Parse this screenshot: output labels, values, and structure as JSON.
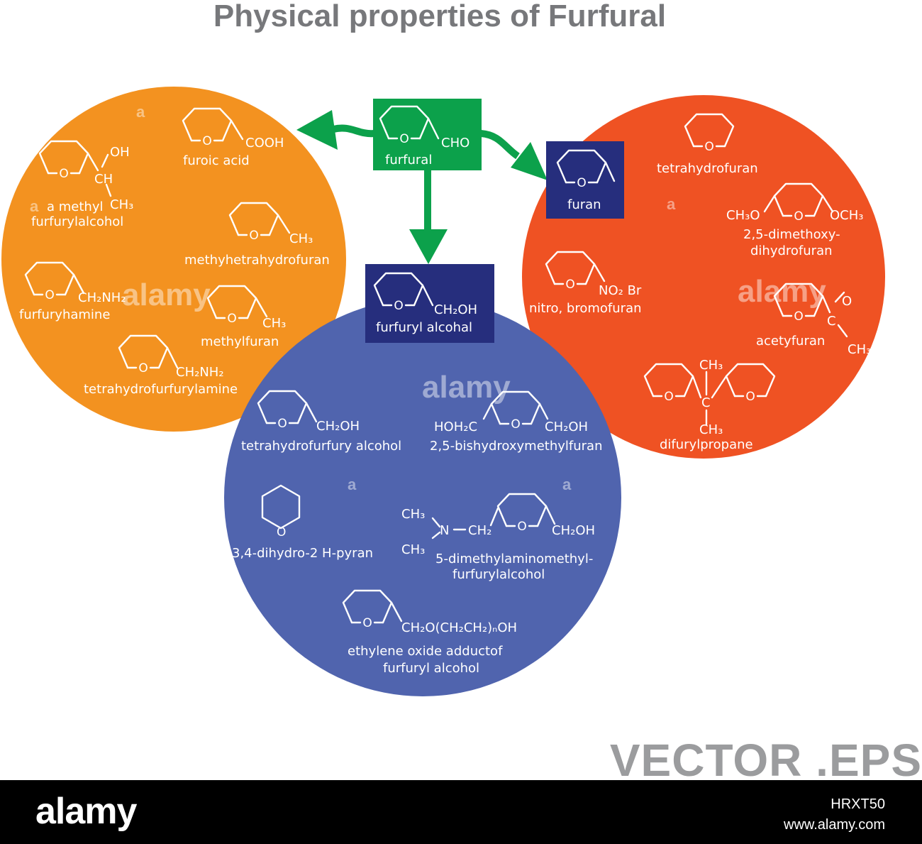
{
  "title": "Physical properties of Furfural",
  "colors": {
    "orange": "#f39220",
    "blue": "#5064ae",
    "red": "#ef5223",
    "green": "#0ca14b",
    "navy": "#262e7d"
  },
  "center": {
    "structure": "CHO",
    "name": "furfural"
  },
  "furan_box": {
    "name": "furan"
  },
  "alcohol_box": {
    "structure": "CH₂OH",
    "name": "furfuryl alcohal"
  },
  "orange": {
    "furoic": {
      "group": "COOH",
      "name": "furoic acid"
    },
    "methyl_alcohol": {
      "oh": "OH",
      "ch": "CH",
      "ch3": "CH₃",
      "name_line1": "a methyl",
      "name_line2": "furfurylalcohol"
    },
    "methylthf": {
      "group": "CH₃",
      "name": "methyhetrahydrofuran"
    },
    "amine": {
      "group": "CH₂NH₂",
      "name": "furfuryhamine"
    },
    "methylfuran": {
      "group": "CH₃",
      "name": "methylfuran"
    },
    "thfamine": {
      "group": "CH₂NH₂",
      "name": "tetrahydrofurfurylamine"
    }
  },
  "blue": {
    "thfalcohol": {
      "group": "CH₂OH",
      "name": "tetrahydrofurfury alcohol"
    },
    "bis": {
      "left": "HOH₂C",
      "right": "CH₂OH",
      "name": "2,5-bishydroxymethylfuran"
    },
    "pyran": {
      "name": "3,4-dihydro-2 H-pyran"
    },
    "dimethyl": {
      "ch3_top": "CH₃",
      "n": "N",
      "ch3_bottom": "CH₃",
      "ch2": "CH₂",
      "oh": "CH₂OH",
      "name_line1": "5-dimethylaminomethyl-",
      "name_line2": "furfurylalcohol"
    },
    "ethylene": {
      "group": "CH₂O(CH₂CH₂)ₙOH",
      "name_line1": "ethylene oxide adductof",
      "name_line2": "furfuryl alcohol"
    }
  },
  "red": {
    "thf": {
      "name": "tetrahydrofuran"
    },
    "dimethoxy": {
      "left": "CH₃O",
      "right": "OCH₃",
      "name_line1": "2,5-dimethoxy-",
      "name_line2": "dihydrofuran"
    },
    "nitro": {
      "group": "NO₂ Br",
      "name": "nitro, bromofuran"
    },
    "acety": {
      "o": "O",
      "c": "C",
      "ch3": "CH₃",
      "name": "acetyfuran"
    },
    "difuryl": {
      "ch3_top": "CH₃",
      "c": "C",
      "ch3_bottom": "CH₃",
      "name": "difurylpropane"
    }
  },
  "ring_atom": "O",
  "watermark": {
    "text": "alamy",
    "small": "a"
  },
  "vector_label": "VECTOR .EPS",
  "footer": {
    "logo": "alamy",
    "image_id": "HRXT50",
    "site": "www.alamy.com"
  }
}
